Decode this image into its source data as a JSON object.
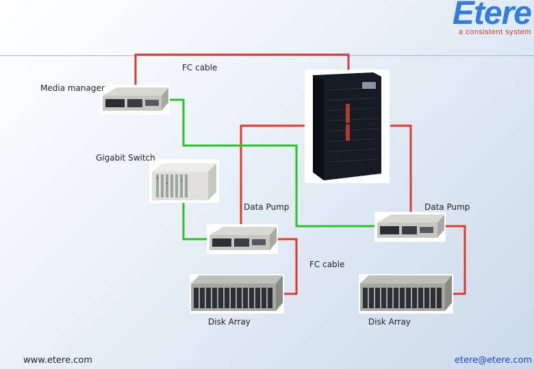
{
  "logo": {
    "word": "Etere",
    "tagline": "a consistent system"
  },
  "labels": {
    "fc_cable_top": "FC cable",
    "media_manager": "Media manager",
    "gigabit_switch": "Gigabit Switch",
    "data_pump_left": "Data Pump",
    "data_pump_right": "Data Pump",
    "fc_cable_bottom": "FC cable",
    "disk_array_left": "Disk Array",
    "disk_array_right": "Disk Array"
  },
  "footer": {
    "website": "www.etere.com",
    "email": "etere@etere.com"
  },
  "colors": {
    "fc_cable": "#e0392b",
    "ethernet": "#27c427",
    "logo_blue": "#2f7de0",
    "email_blue": "#1a3fd6"
  }
}
